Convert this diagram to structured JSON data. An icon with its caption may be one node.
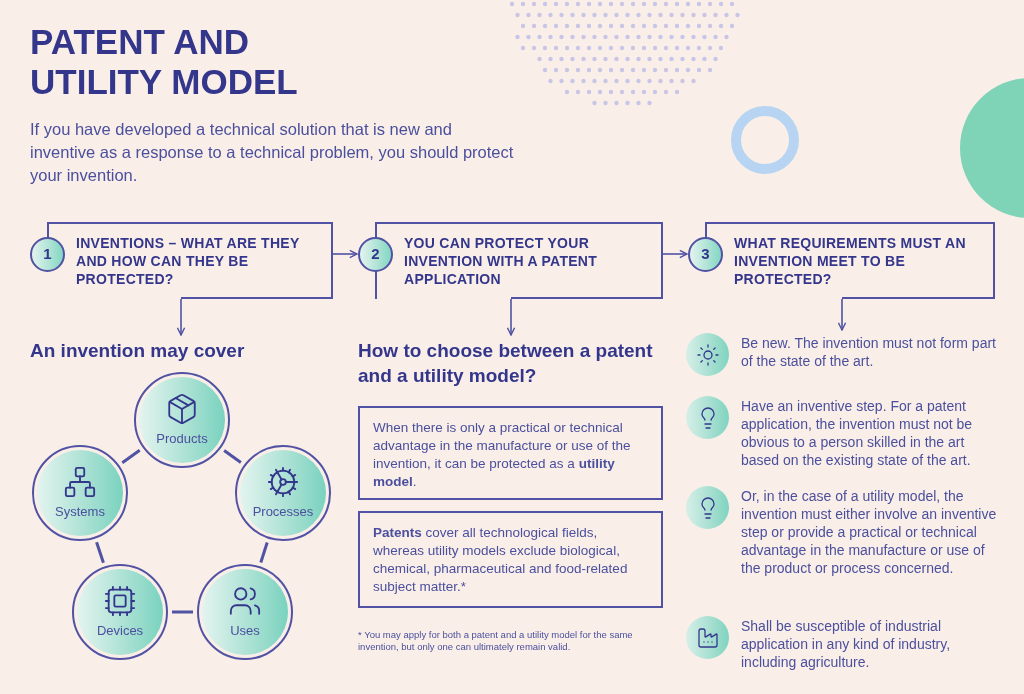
{
  "diagram": {
    "title": "PATENT AND UTILITY MODEL",
    "nodes": [
      {
        "text": [
          "1",
          "INVENTIONS – WHAT ARE THEY AND HOW CAN THEY BE PROTECTED?"
        ]
      },
      {
        "text": [
          "2",
          "YOU CAN PROTECT YOUR INVENTION WITH A PATENT APPLICATION"
        ]
      },
      {
        "text": [
          "3",
          "WHAT REQUIREMENTS MUST AN INVENTION MEET TO BE PROTECTED?"
        ]
      },
      {
        "text": [
          "An invention may cover"
        ]
      },
      {
        "text": [
          "Products"
        ]
      },
      {
        "text": [
          "Processes"
        ]
      },
      {
        "text": [
          "Uses"
        ]
      },
      {
        "text": [
          "Devices"
        ]
      },
      {
        "text": [
          "Systems"
        ]
      },
      {
        "text": [
          "How to choose between a patent and a utility model?"
        ]
      },
      {
        "text": [
          "When there is only a practical or technical advantage in the manufacture or use of the invention, it can be protected as a **utility model**."
        ]
      },
      {
        "text": [
          "**Patents** cover all technological fields, whereas utility models exclude biological, chemical, pharmaceutical and food-related subject matter.*"
        ]
      },
      {
        "text": [
          "Be new. The invention must not form part of the state of the art."
        ]
      },
      {
        "text": [
          "Have an inventive step. For a patent application, the invention must not be obvious to a person skilled in the art based on the existing state of the art."
        ]
      },
      {
        "text": [
          "Or, in the case of a utility model, the invention must either involve an inventive step or provide a practical or technical advantage in the manufacture or use of the product or process concerned."
        ]
      },
      {
        "text": [
          "Shall be susceptible of industrial application in any kind of industry, including agriculture."
        ]
      }
    ],
    "edges": [
      {
        "from": 0,
        "to": 1,
        "arrow": "to"
      },
      {
        "from": 1,
        "to": 2,
        "arrow": "to"
      },
      {
        "from": 0,
        "to": 3,
        "arrow": "to"
      },
      {
        "from": 1,
        "to": 9,
        "arrow": "to"
      },
      {
        "from": 2,
        "to": 12,
        "arrow": "to"
      },
      {
        "from": 4,
        "to": 5,
        "arrow": "none"
      },
      {
        "from": 5,
        "to": 6,
        "arrow": "none"
      },
      {
        "from": 6,
        "to": 7,
        "arrow": "none"
      },
      {
        "from": 7,
        "to": 8,
        "arrow": "none"
      },
      {
        "from": 8,
        "to": 4,
        "arrow": "none"
      }
    ],
    "labels": [
      "If you have developed a technical solution that is new and inventive as a response to a technical problem, you should protect your invention.",
      "* You may apply for both a patent and a utility model for the same invention, but only one can ultimately remain valid."
    ]
  }
}
